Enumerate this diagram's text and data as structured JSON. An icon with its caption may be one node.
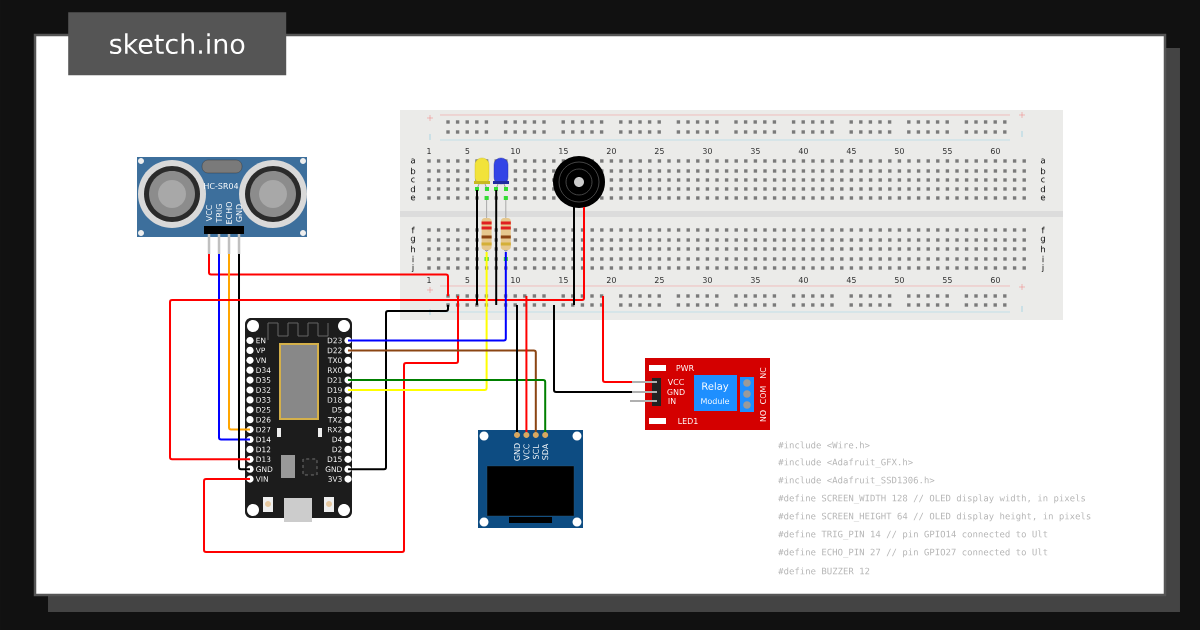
{
  "diagram": {
    "title": "sketch.ino",
    "nodes": [
      {
        "text": [
          "HC-SR04",
          "VCC",
          "TRIG",
          "ECHO",
          "GND"
        ]
      },
      {
        "text": [
          "1",
          "5",
          "10",
          "15",
          "20",
          "25",
          "30",
          "35",
          "40",
          "45",
          "50",
          "55",
          "60",
          "a",
          "a",
          "b",
          "b",
          "c",
          "c",
          "d",
          "d",
          "e",
          "e",
          "f",
          "f",
          "g",
          "g",
          "h",
          "h",
          "i",
          "i",
          "j",
          "j",
          "1",
          "5",
          "10",
          "15",
          "20",
          "25",
          "30",
          "35",
          "40",
          "45",
          "50",
          "55",
          "60"
        ]
      },
      {
        "text": [],
        "shape": "picture",
        "in": 1
      },
      {
        "text": [],
        "shape": "picture",
        "in": 1
      },
      {
        "text": [],
        "shape": "picture",
        "in": 1
      },
      {
        "text": [],
        "shape": "picture",
        "in": 1
      },
      {
        "text": [],
        "shape": "picture",
        "in": 1
      },
      {
        "text": [
          "EN",
          "VP",
          "VN",
          "D34",
          "D35",
          "D32",
          "D33",
          "D25",
          "D26",
          "D27",
          "D14",
          "D12",
          "D13",
          "GND",
          "VIN",
          "D23",
          "D22",
          "TX0",
          "RX0",
          "D21",
          "D19",
          "D18",
          "D5",
          "TX2",
          "RX2",
          "D4",
          "D2",
          "D15",
          "GND",
          "3V3"
        ]
      },
      {
        "text": [
          "GND",
          "VCC",
          "SCL",
          "SDA"
        ]
      },
      {
        "text": [
          "PWR",
          "VCC",
          "GND",
          "IN",
          "LED1",
          "Relay",
          "Module",
          "NO",
          "COM",
          "NC"
        ]
      }
    ],
    "edges": [
      {
        "from": 0,
        "to": 1,
        "arrow": "none",
        "color": "#ff0000"
      },
      {
        "from": 0,
        "to": 7,
        "arrow": "none",
        "color": "#0000ff"
      },
      {
        "from": 0,
        "to": 7,
        "arrow": "none",
        "color": "#ffa500"
      },
      {
        "from": 0,
        "to": 7,
        "arrow": "none",
        "color": "#000000"
      },
      {
        "from": 4,
        "to": 7,
        "arrow": "none",
        "color": "#ff0000"
      },
      {
        "from": 1,
        "to": 7,
        "arrow": "none",
        "color": "#ff0000"
      },
      {
        "from": 1,
        "to": 7,
        "arrow": "none",
        "color": "#000000"
      },
      {
        "from": 2,
        "to": 1,
        "arrow": "none",
        "color": "#000000"
      },
      {
        "from": 3,
        "to": 1,
        "arrow": "none",
        "color": "#000000"
      },
      {
        "from": 5,
        "to": 7,
        "arrow": "none",
        "color": "#ffff00"
      },
      {
        "from": 6,
        "to": 7,
        "arrow": "none",
        "color": "#0000ff"
      },
      {
        "from": 7,
        "to": 8,
        "arrow": "none",
        "color": "#8b4513"
      },
      {
        "from": 7,
        "to": 8,
        "arrow": "none",
        "color": "#008000"
      },
      {
        "from": 1,
        "to": 8,
        "arrow": "none",
        "color": "#000000"
      },
      {
        "from": 1,
        "to": 8,
        "arrow": "none",
        "color": "#ff0000"
      },
      {
        "from": 1,
        "to": 9,
        "arrow": "none",
        "color": "#000000"
      },
      {
        "from": 1,
        "to": 9,
        "arrow": "none",
        "color": "#ff0000"
      },
      {
        "from": 4,
        "to": 1,
        "arrow": "none",
        "color": "#000000"
      }
    ],
    "labels": [
      "#include <Wire.h>",
      "#include <Adafruit_GFX.h>",
      "#include <Adafruit_SSD1306.h>",
      "#define SCREEN_WIDTH 128 // OLED display width, in pixels",
      "#define SCREEN_HEIGHT 64 // OLED display height, in pixels",
      "#define TRIG_PIN 14 // pin GPIO14 connected to Ult",
      "#define ECHO_PIN 27 // pin GPIO27 connected to Ult",
      "#define BUZZER 12"
    ]
  }
}
